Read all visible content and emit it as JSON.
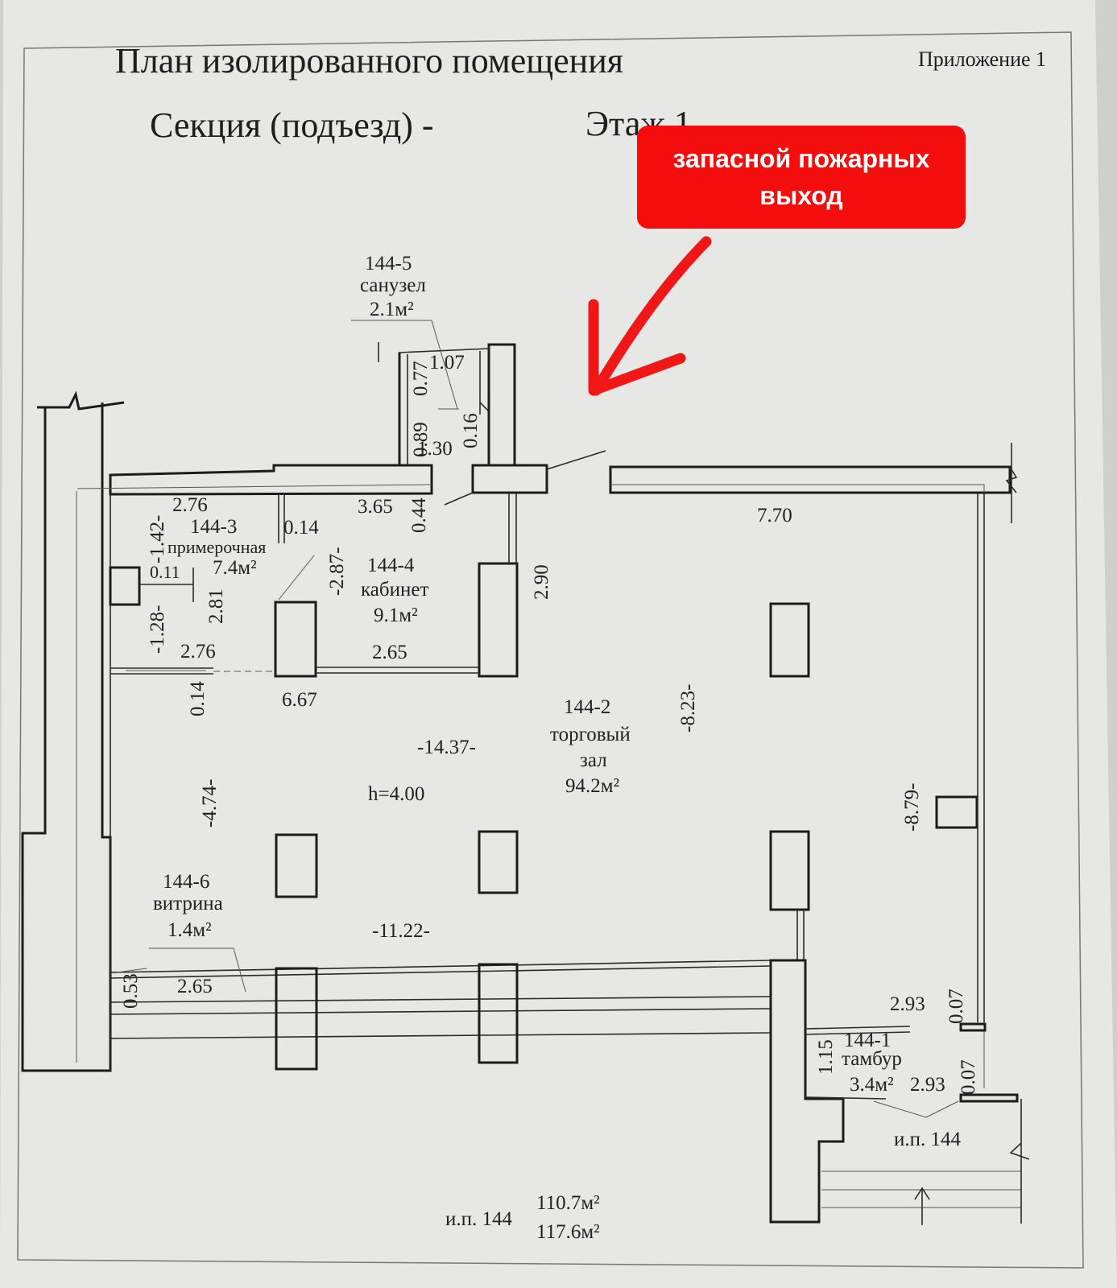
{
  "header": {
    "title": "План изолированного помещения",
    "appendix": "Приложение 1",
    "section": "Секция (подъезд) -",
    "floor": "Этаж 1"
  },
  "annotation": {
    "text": "запасной пожарных выход",
    "color": "#f40d0d"
  },
  "rooms": [
    {
      "id": "144-5",
      "name": "санузел",
      "area": "2.1м²"
    },
    {
      "id": "144-3",
      "name": "примерочная",
      "area": "7.4м²"
    },
    {
      "id": "144-4",
      "name": "кабинет",
      "area": "9.1м²"
    },
    {
      "id": "144-2",
      "name": "торговый",
      "name2": "зал",
      "area": "94.2м²"
    },
    {
      "id": "144-6",
      "name": "витрина",
      "area": "1.4м²"
    },
    {
      "id": "144-1",
      "name": "тамбур",
      "area": "3.4м²"
    }
  ],
  "dimensions": {
    "d_107": "1.07",
    "d_077": "0.77",
    "d_016": "0.16",
    "d_089": "0.89",
    "d_130": "1.30",
    "d_276a": "2.76",
    "d_142": "-1.42-",
    "d_014a": "0.14",
    "d_365": "3.65",
    "d_044": "0.44",
    "d_770": "7.70",
    "d_287": "-2.87-",
    "d_011": "0.11",
    "d_281": "2.81",
    "d_128": "-1.28-",
    "d_290": "2.90",
    "d_276b": "2.76",
    "d_265a": "2.65",
    "d_014b": "0.14",
    "d_667": "6.67",
    "d_823": "-8.23-",
    "d_1437": "-14.37-",
    "d_height": "h=4.00",
    "d_474": "-4.74-",
    "d_879": "-8.79-",
    "d_1122": "-11.22-",
    "d_053": "0.53",
    "d_265b": "2.65",
    "d_293a": "2.93",
    "d_007a": "0.07",
    "d_115": "1.15",
    "d_293b": "2.93",
    "d_007b": "0.07"
  },
  "labels": {
    "ip_right": "и.п. 144",
    "ip_bottom": "и.п. 144",
    "total_1": "110.7м²",
    "total_2": "117.6м²"
  }
}
